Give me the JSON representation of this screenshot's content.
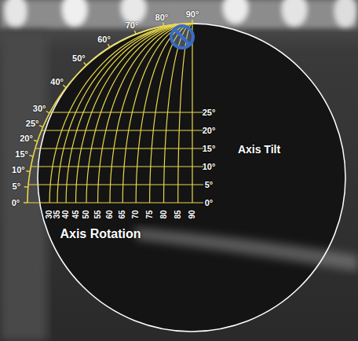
{
  "diagram": {
    "labels": [
      "0°",
      "5°",
      "10°",
      "15°",
      "20°",
      "25°",
      "30°",
      "40°",
      "50°",
      "60°",
      "70°",
      "80°",
      "90°",
      "25°",
      "20°",
      "15°",
      "10°",
      "5°",
      "0°",
      "Axis Tilt",
      "30",
      "35",
      "40",
      "45",
      "50",
      "55",
      "60",
      "65",
      "70",
      "75",
      "80",
      "85",
      "90",
      "Axis Rotation"
    ]
  }
}
